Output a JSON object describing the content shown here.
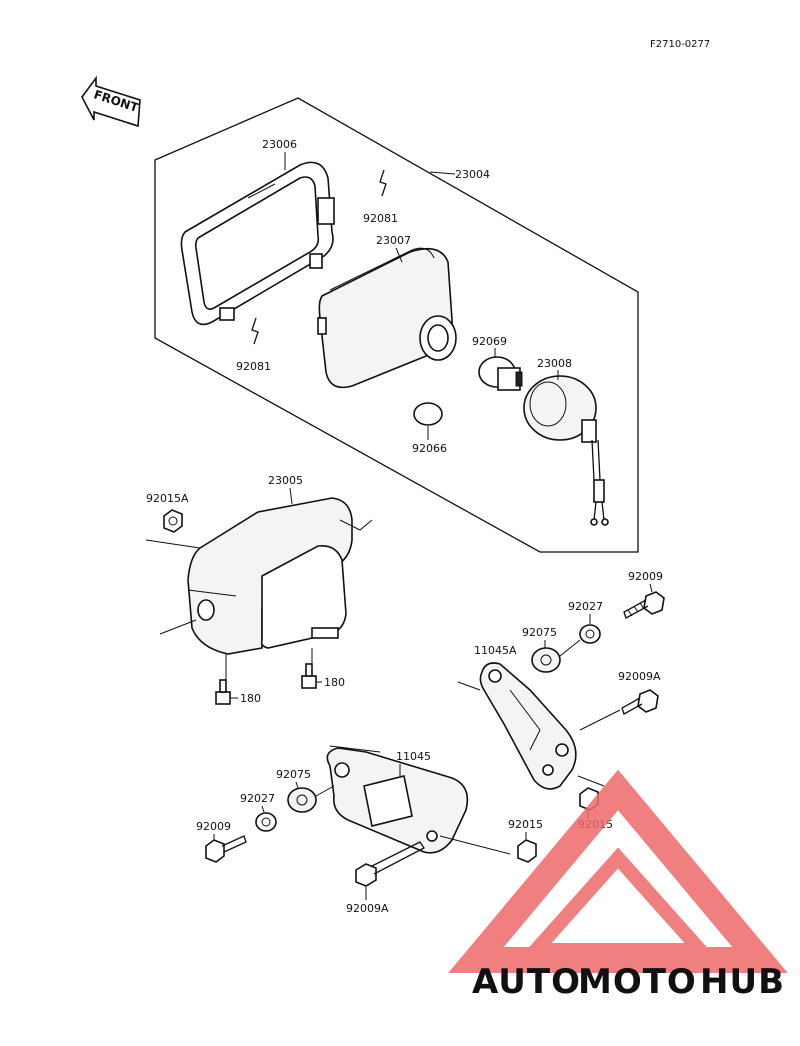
{
  "figure_code": "F2710-0277",
  "front_label": "FRONT",
  "parts": {
    "p23006": "23006",
    "p23004": "23004",
    "p92081_top": "92081",
    "p23007": "23007",
    "p92081_bottom": "92081",
    "p92069": "92069",
    "p23008": "23008",
    "p92066": "92066",
    "p92015A": "92015A",
    "p23005": "23005",
    "p180_left": "180",
    "p180_right": "180",
    "p92009_right": "92009",
    "p92027_right": "92027",
    "p92075_right": "92075",
    "p11045A": "11045A",
    "p92009A_right": "92009A",
    "p11045": "11045",
    "p92075_left": "92075",
    "p92027_left": "92027",
    "p92009_left": "92009",
    "p92015_lower": "92015",
    "p92015_right": "92015",
    "p92009A_bottom": "92009A"
  },
  "watermark": {
    "auto": "AUTO",
    "moto": "MOTO",
    "hub": "HUB",
    "colors": {
      "auto": "#f5b942",
      "moto": "#f07d6a",
      "hub": "#8a8a8a",
      "triangle": "#ee6b6b"
    }
  }
}
